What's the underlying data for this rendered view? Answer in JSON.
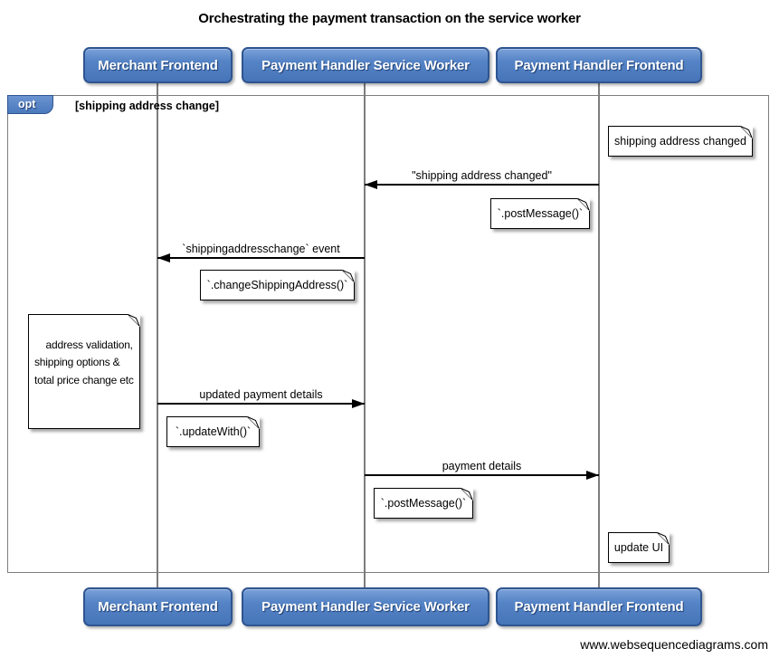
{
  "title": "Orchestrating the payment transaction on the service worker",
  "actors": {
    "merchant": "Merchant Frontend",
    "service_worker": "Payment Handler Service Worker",
    "handler_frontend": "Payment Handler Frontend"
  },
  "frame": {
    "operator": "opt",
    "guard": "[shipping address change]"
  },
  "messages": {
    "m1": {
      "label": "\"shipping address changed\"",
      "from": "Payment Handler Frontend",
      "to": "Payment Handler Service Worker"
    },
    "m2": {
      "label": "`shippingaddresschange` event",
      "from": "Payment Handler Service Worker",
      "to": "Merchant Frontend"
    },
    "m3": {
      "label": "updated payment details",
      "from": "Merchant Frontend",
      "to": "Payment Handler Service Worker"
    },
    "m4": {
      "label": "payment details",
      "from": "Payment Handler Service Worker",
      "to": "Payment Handler Frontend"
    }
  },
  "notes": {
    "n1": {
      "text": "shipping address changed"
    },
    "n2": {
      "text": "`.postMessage()`"
    },
    "n3": {
      "text": "`.changeShippingAddress()`"
    },
    "n4": {
      "text": "address validation,\nshipping options &\ntotal price change etc"
    },
    "n5": {
      "text": "`.updateWith()`"
    },
    "n6": {
      "text": "`.postMessage()`"
    },
    "n7": {
      "text": "update UI"
    }
  },
  "watermark": "www.websequencediagrams.com",
  "colors": {
    "actor_fill_top": "#7aa0d8",
    "actor_fill_bottom": "#4674b8",
    "actor_border": "#2f5590",
    "frame_border": "#7d7d7d",
    "lifeline": "#7d7d7d",
    "arrow": "#000000",
    "note_background": "#ffffff"
  }
}
